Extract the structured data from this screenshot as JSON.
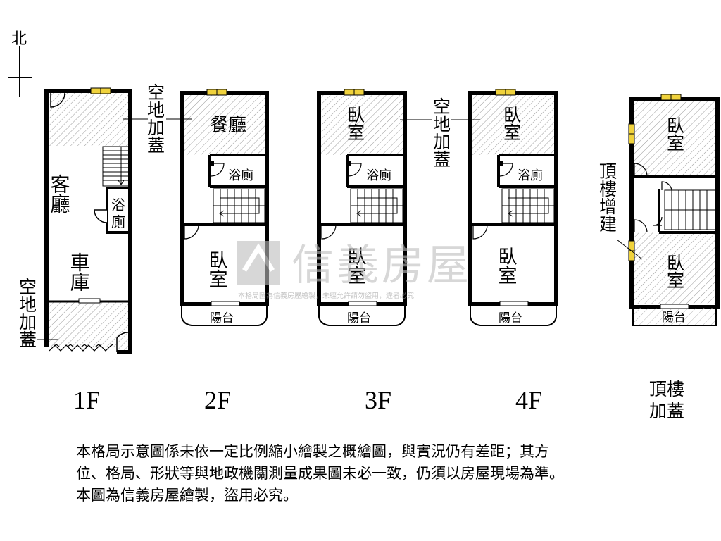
{
  "compass": {
    "north": "北"
  },
  "floors": {
    "f1": {
      "label": "1F",
      "rooms": {
        "living": "客廳",
        "bath": [
          "浴",
          "廁"
        ],
        "garage": "車庫"
      }
    },
    "f2": {
      "label": "2F",
      "rooms": {
        "dining": "餐廳",
        "bath": "浴廁",
        "bedroom": "臥室",
        "balcony": "陽台"
      }
    },
    "f3": {
      "label": "3F",
      "rooms": {
        "bedroom_north": "臥室",
        "bath": "浴廁",
        "bedroom_south": "臥室",
        "balcony": "陽台"
      }
    },
    "f4": {
      "label": "4F",
      "rooms": {
        "bedroom_north": "臥室",
        "bath": "浴廁",
        "bedroom_south": "臥室",
        "balcony": "陽台"
      }
    },
    "roof": {
      "label_lines": [
        "頂樓",
        "加蓋"
      ],
      "rooms": {
        "bedroom_north": "臥室",
        "bedroom_south": "臥室",
        "balcony": "陽台"
      }
    }
  },
  "annotations": {
    "empty_land_addition": "空地加蓋",
    "roof_addition": "頂樓增建"
  },
  "watermark": {
    "brand": "信義房屋",
    "notice": "本格局圖為信義房屋繪製，未經允許請勿盜用，違者必究"
  },
  "disclaimer": [
    "本格局示意圖係未依一定比例縮小繪製之概繪圖，與實況仍有差距；其方",
    "位、格局、形狀等與地政機關測量成果圖未必一致，仍須以房屋現場為準。",
    "本圖為信義房屋繪製，盜用必究。"
  ],
  "colors": {
    "wall": "#000000",
    "hatch": "#9a9a9a",
    "window": "#f0d23c",
    "watermark": "#bdbdbd"
  }
}
